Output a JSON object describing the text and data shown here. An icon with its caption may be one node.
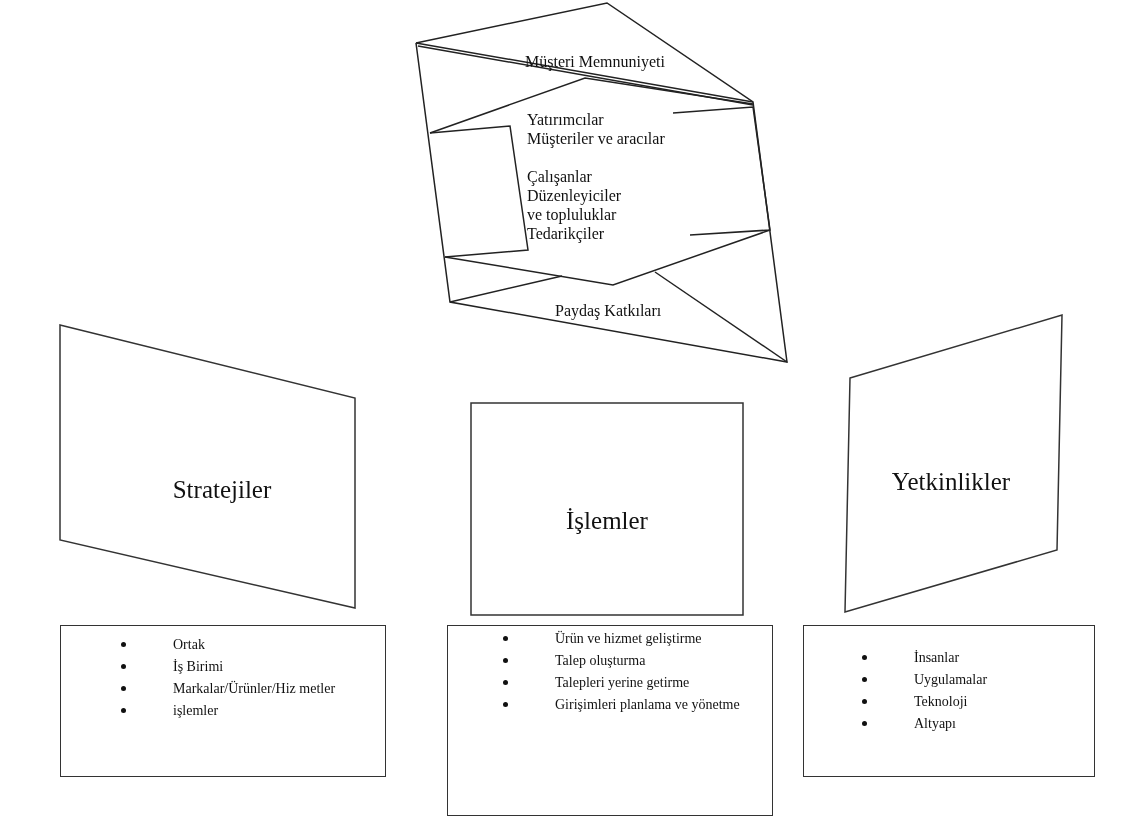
{
  "diagram": {
    "nodes": [
      {
        "text": [
          "Müşteri Memnuniyeti",
          "Yatırımcılar",
          "Müşteriler ve aracılar",
          "Çalışanlar",
          "Düzenleyiciler ve topluluklar",
          "Tedarikçiler",
          "Paydaş Katkıları"
        ]
      },
      {
        "text": [
          "Stratejiler"
        ]
      },
      {
        "text": [
          "İşlemler"
        ]
      },
      {
        "text": [
          "Yetkinlikler"
        ]
      },
      {
        "text": [
          "Ortak",
          "İş Birimi",
          "Markalar/Ürünler/Hiz metler",
          "işlemler"
        ]
      },
      {
        "text": [
          "Ürün ve hizmet geliştirme",
          "Talep oluşturma",
          "Talepleri yerine getirme",
          "Girişimleri planlama ve yönetme"
        ]
      },
      {
        "text": [
          "İnsanlar",
          "Uygulamalar",
          "Teknoloji",
          "Altyapı"
        ]
      }
    ],
    "edges": []
  }
}
